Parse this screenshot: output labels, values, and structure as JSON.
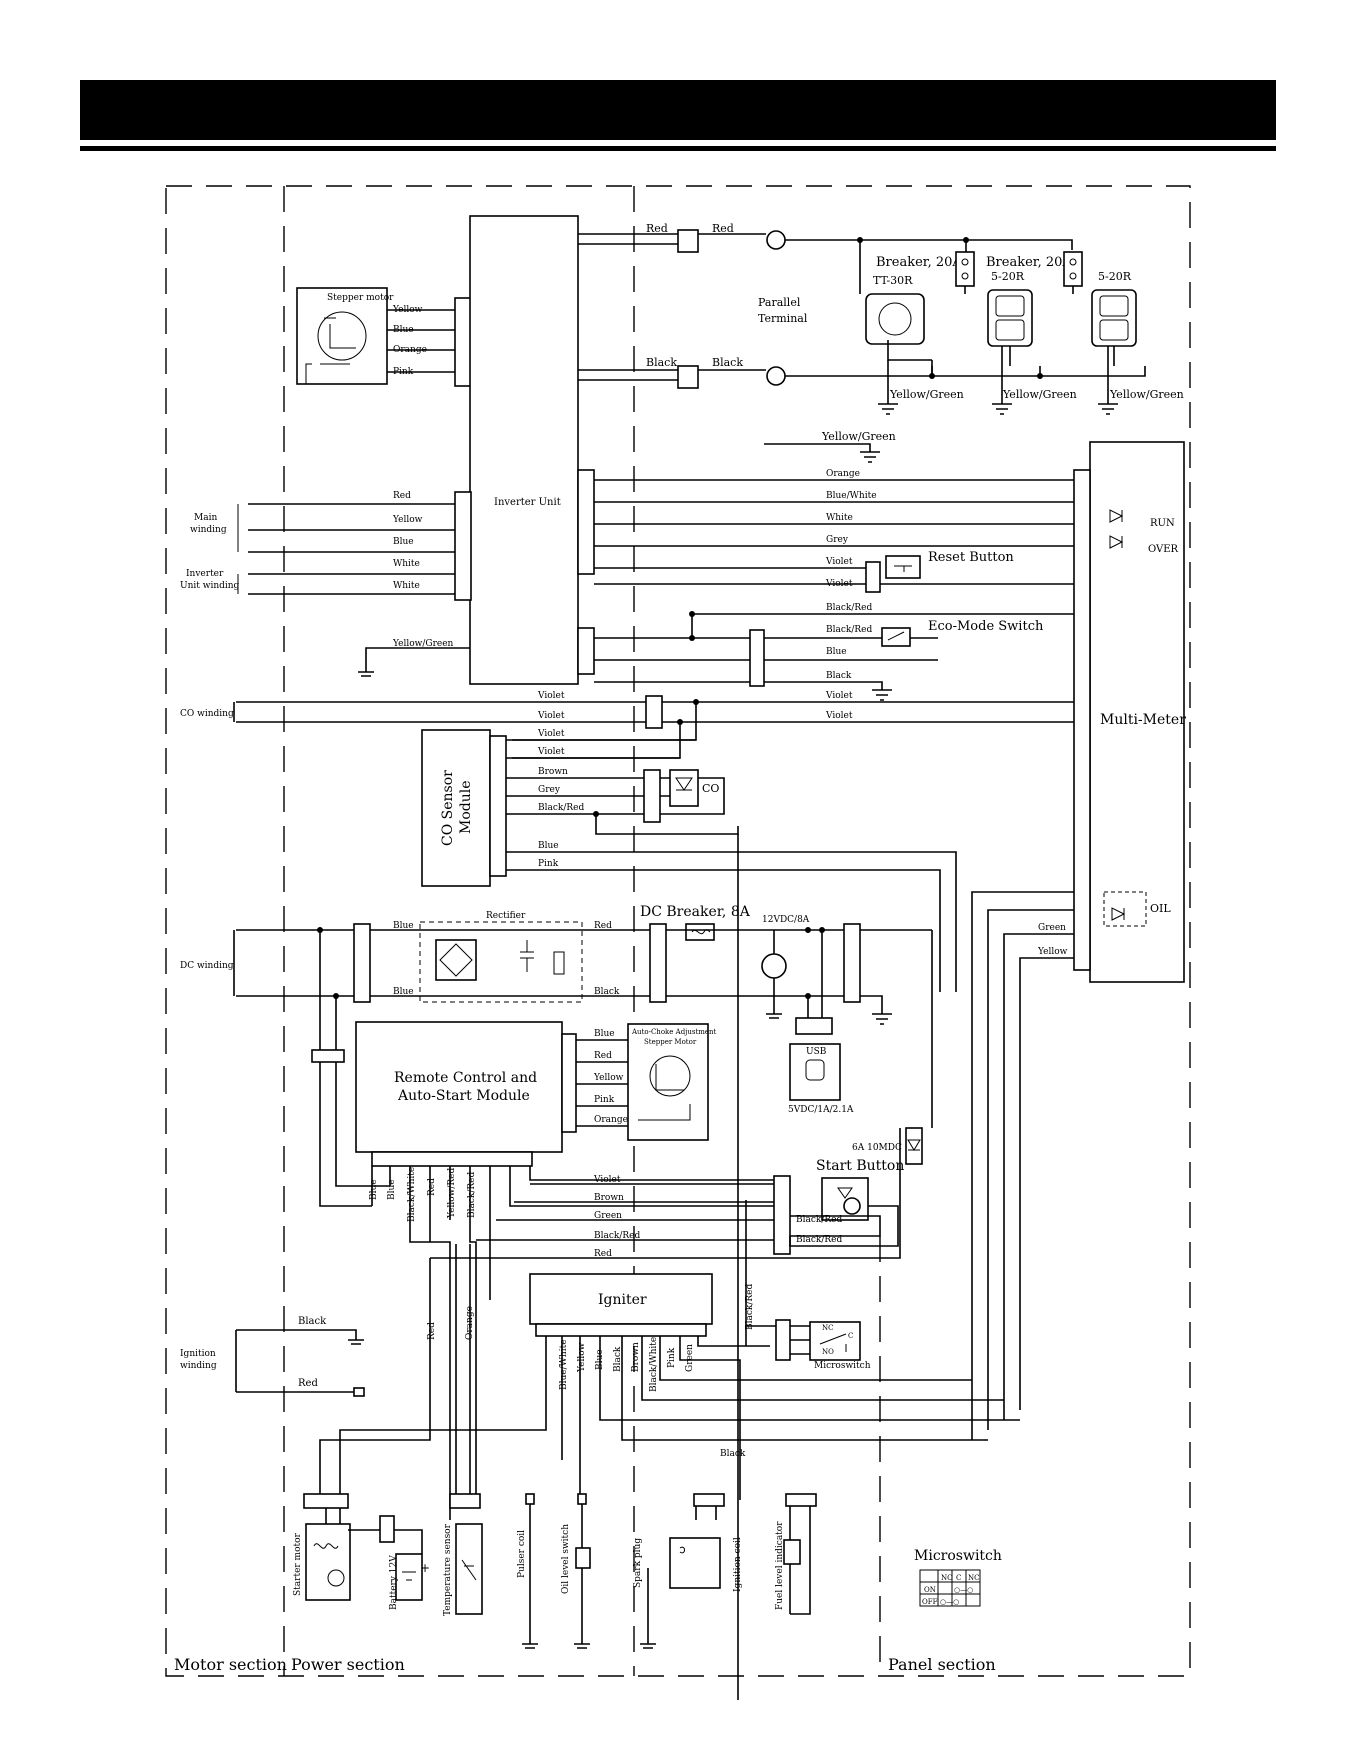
{
  "sections": {
    "motor": "Motor section",
    "power": "Power section",
    "panel": "Panel section"
  },
  "components": {
    "stepper_motor": "Stepper motor",
    "inverter_unit": "Inverter Unit",
    "main_winding": [
      "Main",
      "winding"
    ],
    "inverter_unit_winding": [
      "Inverter",
      "Unit winding"
    ],
    "co_winding": "CO winding",
    "co_sensor_module": [
      "CO Sensor",
      "Module"
    ],
    "co_led": "CO",
    "rectifier": "Rectifier",
    "dc_winding": "DC winding",
    "dc_breaker": "DC Breaker, 8A",
    "outlet_12v": "12VDC/8A",
    "usb": "USB",
    "usb_rating": "5VDC/1A/2.1A",
    "diode_rating": "6A 10MDC",
    "remote_module": [
      "Remote Control and",
      "Auto-Start Module"
    ],
    "choke_stepper": [
      "Auto-Choke Adjustment",
      "Stepper Motor"
    ],
    "start_button": "Start Button",
    "igniter": "Igniter",
    "microswitch_small": "Microswitch",
    "ignition_winding": [
      "Ignition",
      "winding"
    ],
    "parallel_terminal": [
      "Parallel",
      "Terminal"
    ],
    "breaker_1": "Breaker, 20A",
    "breaker_2": "Breaker, 20A",
    "tt30r": "TT-30R",
    "outlet_a": "5-20R",
    "outlet_b": "5-20R",
    "reset_button": "Reset Button",
    "eco_switch": "Eco-Mode Switch",
    "multi_meter": "Multi-Meter",
    "run": "RUN",
    "over": "OVER",
    "oil": "OIL",
    "starter_motor": "Starter motor",
    "battery": "Battery 12V",
    "temp_sensor": "Temperature sensor",
    "pulser_coil": "Pulser coil",
    "oil_level_switch": "Oil level switch",
    "spark_plug": "Spark plug",
    "ignition_coil": "Ignition coil",
    "fuel_indicator": "Fuel level indicator",
    "microswitch_title": "Microswitch",
    "micro_table": {
      "header": [
        "",
        "NO",
        "C",
        "NC"
      ],
      "rows": [
        [
          "ON",
          "",
          "○—○",
          ""
        ],
        [
          "OFF",
          "○—○",
          "",
          ""
        ]
      ]
    }
  },
  "wires": {
    "stepper": [
      "Yellow",
      "Blue",
      "Orange",
      "Pink"
    ],
    "winding": [
      "Red",
      "Yellow",
      "Blue",
      "White",
      "White"
    ],
    "inv_ground": "Yellow/Green",
    "out_red_1": "Red",
    "out_red_2": "Red",
    "out_black_1": "Black",
    "out_black_2": "Black",
    "ground_top": "Yellow/Green",
    "outlet_grounds": [
      "Yellow/Green",
      "Yellow/Green",
      "Yellow/Green"
    ],
    "meter": [
      "Orange",
      "Blue/White",
      "White",
      "Grey",
      "Violet",
      "Violet",
      "Black/Red",
      "Black/Red",
      "Blue",
      "Black"
    ],
    "co_violets": [
      "Violet",
      "Violet",
      "Violet",
      "Violet"
    ],
    "co_module": [
      "Violet",
      "Violet",
      "Brown",
      "Grey",
      "Black/Red",
      "Blue",
      "Pink"
    ],
    "dc": [
      "Blue",
      "Blue",
      "Red",
      "Black"
    ],
    "meter_low": [
      "Green",
      "Yellow"
    ],
    "remote_right": [
      "Blue",
      "Red",
      "Yellow",
      "Pink",
      "Orange"
    ],
    "remote_bottom": [
      "Blue",
      "Blue",
      "Black/White",
      "Red",
      "Yellow/Red",
      "Black/Red"
    ],
    "remote_out": [
      "Violet",
      "Brown",
      "Green",
      "Black/Red",
      "Red"
    ],
    "start_wires": [
      "Black/Red",
      "Black/Red"
    ],
    "ignition": [
      "Black",
      "Red"
    ],
    "vertical": [
      "Red",
      "Orange",
      "Black/Red",
      "Black"
    ],
    "igniter_bottom": [
      "Blue/White",
      "Yellow",
      "Blue",
      "Black",
      "Brown",
      "Black/White",
      "Pink",
      "Green"
    ],
    "micro_contacts": [
      "NC",
      "C",
      "NO"
    ]
  }
}
